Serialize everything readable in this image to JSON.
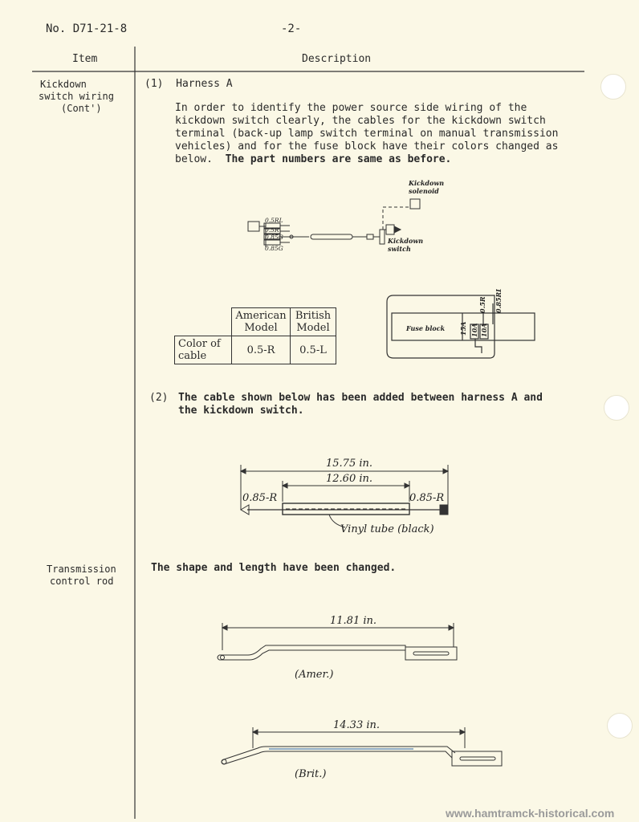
{
  "header": {
    "doc_number": "No. D71-21-8",
    "page": "-2-"
  },
  "columns": {
    "item": "Item",
    "description": "Description"
  },
  "section1": {
    "item_lines": [
      "Kickdown",
      "switch wiring",
      "(Cont')"
    ],
    "sub1_heading": "(1)  Harness A",
    "sub1_para_lines": [
      "In order to identify the power source side wiring of the",
      "kickdown switch clearly, the cables for the kickdown switch",
      "terminal (back-up lamp switch terminal on manual transmission",
      "vehicles) and for the fuse block have their colors changed as"
    ],
    "sub1_para_last_plain": "below.",
    "sub1_para_last_bold": "The part numbers are same as before.",
    "wiring_labels": {
      "solenoid": [
        "Kickdown",
        "solenoid"
      ],
      "switch": [
        "Kickdown",
        "switch"
      ],
      "cables": [
        "0.5RL",
        "0.5R",
        "0.85G",
        "0.85G"
      ]
    },
    "color_table": {
      "col_headers": [
        "American Model",
        "British Model"
      ],
      "row_label": "Color of cable",
      "values": [
        "0.5-R",
        "0.5-L"
      ]
    },
    "fuse_block": {
      "label": "Fuse block",
      "fuses": [
        "15A",
        "10A",
        "10A"
      ],
      "cables": [
        "0.5R",
        "0.85RL"
      ]
    },
    "sub2_heading": "(2)",
    "sub2_lines": [
      "The cable shown below has been added between harness A and",
      "the kickdown switch."
    ],
    "cable_diagram": {
      "overall": "15.75 in.",
      "tube_len": "12.60 in.",
      "left_cable": "0.85-R",
      "right_cable": "0.85-R",
      "tube_label": "Vinyl tube (black)"
    }
  },
  "section2": {
    "item_lines": [
      "Transmission",
      "control rod"
    ],
    "description": "The shape and length have been changed.",
    "rod_amer": {
      "length": "11.81 in.",
      "label": "(Amer.)"
    },
    "rod_brit": {
      "length": "14.33 in.",
      "label": "(Brit.)"
    }
  },
  "watermark": "www.hamtramck-historical.com"
}
